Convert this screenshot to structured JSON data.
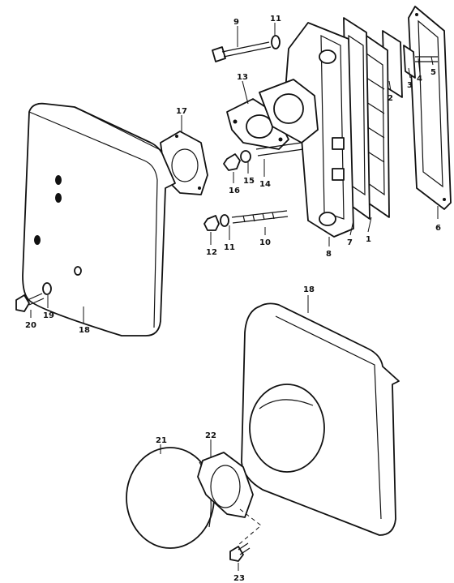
{
  "callouts": {
    "c1": "1",
    "c2": "2",
    "c3": "3",
    "c4": "4",
    "c5": "5",
    "c6": "6",
    "c7": "7",
    "c8": "8",
    "c9": "9",
    "c10": "10",
    "c11a": "11",
    "c11b": "11",
    "c12": "12",
    "c13": "13",
    "c14": "14",
    "c15": "15",
    "c16": "16",
    "c17": "17",
    "c18a": "18",
    "c18b": "18",
    "c19": "19",
    "c20": "20",
    "c21": "21",
    "c22": "22",
    "c23": "23"
  }
}
